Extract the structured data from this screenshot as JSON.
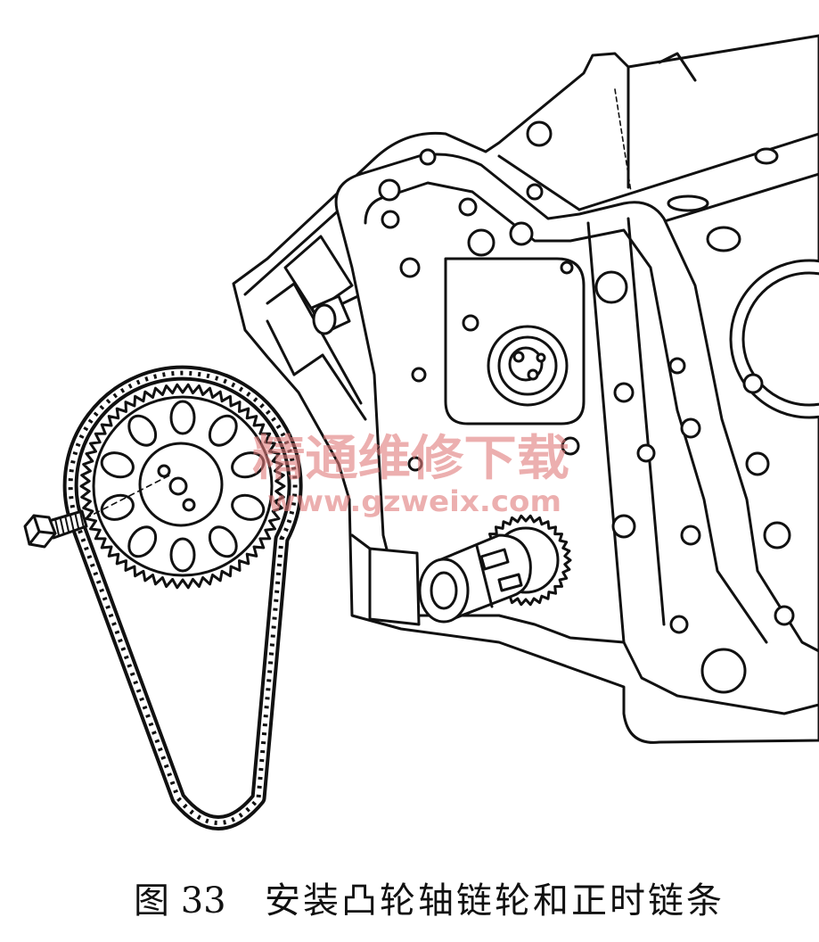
{
  "figure": {
    "label": "图 33",
    "title": "安装凸轮轴链轮和正时链条"
  },
  "watermark": {
    "text": "精通维修下载",
    "url": "www.gzweix.com",
    "color": "#e07b7b"
  },
  "colors": {
    "line": "#111111",
    "background": "#ffffff"
  }
}
